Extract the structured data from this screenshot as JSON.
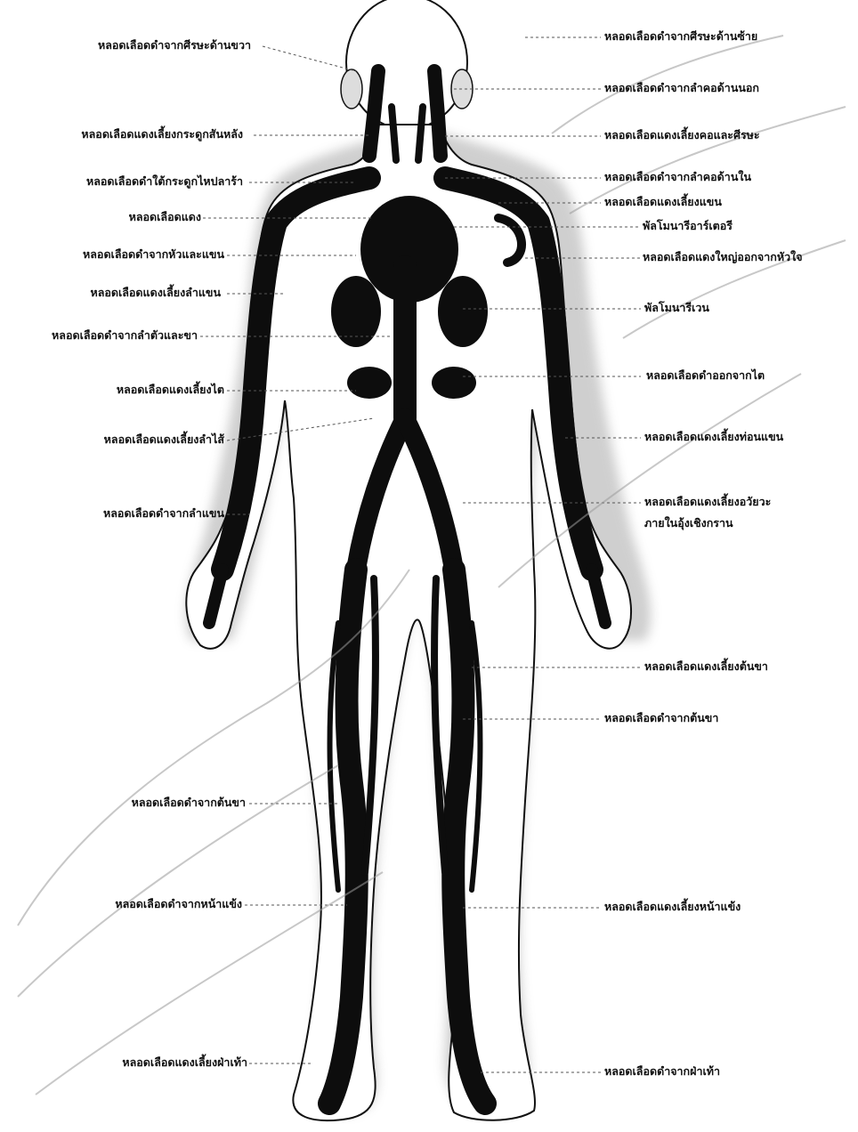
{
  "left_labels": [
    {
      "text": "หลอดเลือดดำจากศีรษะด้านขวา"
    },
    {
      "text": "หลอดเลือดแดงเลี้ยงกระดูกสันหลัง"
    },
    {
      "text": "หลอดเลือดดำใต้กระดูกไหปลาร้า"
    },
    {
      "text": "หลอดเลือดแดง"
    },
    {
      "text": "หลอดเลือดดำจากหัวและแขน"
    },
    {
      "text": "หลอดเลือดแดงเลี้ยงลำแขน"
    },
    {
      "text": "หลอดเลือดดำจากลำตัวและขา"
    },
    {
      "text": "หลอดเลือดแดงเลี้ยงไต"
    },
    {
      "text": "หลอดเลือดแดงเลี้ยงลำไส้"
    },
    {
      "text": "หลอดเลือดดำจากลำแขน"
    },
    {
      "text": "หลอดเลือดดำจากต้นขา"
    },
    {
      "text": "หลอดเลือดดำจากหน้าแข้ง"
    },
    {
      "text": "หลอดเลือดแดงเลี้ยงฝ่าเท้า"
    }
  ],
  "right_labels": [
    {
      "text": "หลอดเลือดดำจากศีรษะด้านซ้าย"
    },
    {
      "text": "หลอดเลือดดำจากลำคอด้านนอก"
    },
    {
      "text": "หลอดเลือดแดงเลี้ยงคอและศีรษะ"
    },
    {
      "text": "หลอดเลือดดำจากลำคอด้านใน"
    },
    {
      "text": "หลอดเลือดแดงเลี้ยงแขน"
    },
    {
      "text": "พัลโมนารีอาร์เตอรี"
    },
    {
      "text": "หลอดเลือดแดงใหญ่ออกจากหัวใจ"
    },
    {
      "text": "พัลโมนารีเวน"
    },
    {
      "text": "หลอดเลือดดำออกจากไต"
    },
    {
      "text": "หลอดเลือดแดงเลี้ยงท่อนแขน"
    },
    {
      "text": "หลอดเลือดแดงเลี้ยงอวัยวะ"
    },
    {
      "text": "ภายในอุ้งเชิงกราน"
    },
    {
      "text": "หลอดเลือดแดงเลี้ยงต้นขา"
    },
    {
      "text": "หลอดเลือดดำจากต้นขา"
    },
    {
      "text": "หลอดเลือดแดงเลี้ยงหน้าแข้ง"
    },
    {
      "text": "หลอดเลือดดำจากฝ่าเท้า"
    }
  ],
  "colors": {
    "ink": "#111111",
    "vessel": "#0d0d0d",
    "skin": "#ffffff",
    "watermark": "#9a9a9a"
  }
}
